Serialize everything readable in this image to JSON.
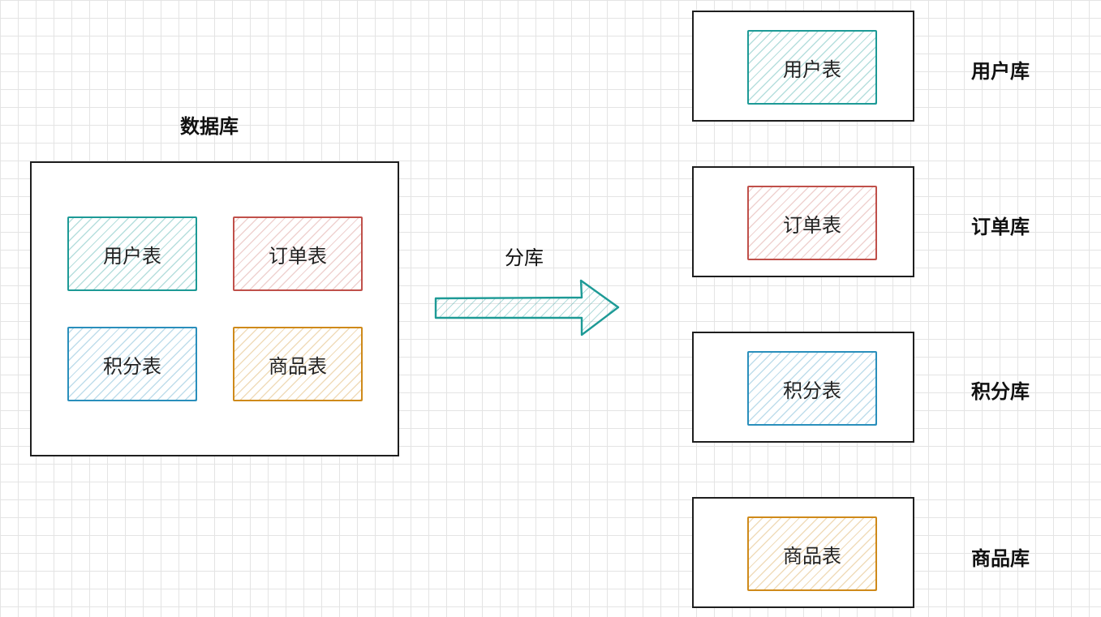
{
  "source": {
    "title": "数据库",
    "tables": [
      {
        "label": "用户表",
        "color": "#1d9a96"
      },
      {
        "label": "订单表",
        "color": "#c0504a"
      },
      {
        "label": "积分表",
        "color": "#2a8fbc"
      },
      {
        "label": "商品表",
        "color": "#cf8a1a"
      }
    ]
  },
  "arrow": {
    "label": "分库",
    "color": "#1d9a96"
  },
  "targets": [
    {
      "table": "用户表",
      "db_label": "用户库",
      "color": "#1d9a96"
    },
    {
      "table": "订单表",
      "db_label": "订单库",
      "color": "#c0504a"
    },
    {
      "table": "积分表",
      "db_label": "积分库",
      "color": "#2a8fbc"
    },
    {
      "table": "商品表",
      "db_label": "商品库",
      "color": "#cf8a1a"
    }
  ]
}
